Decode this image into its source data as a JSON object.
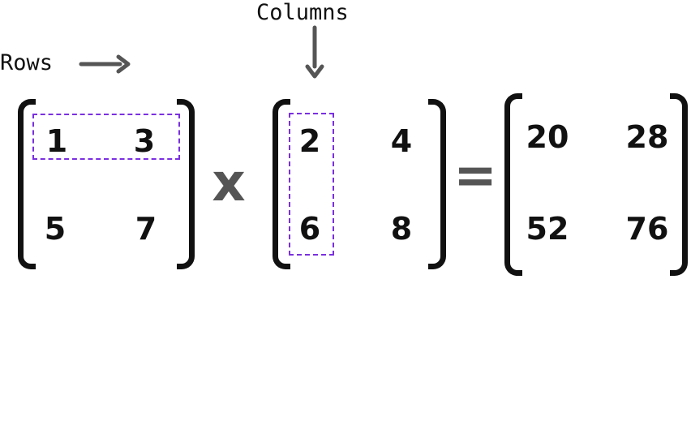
{
  "labels": {
    "rows": "Rows",
    "columns": "Columns"
  },
  "matrix_a": {
    "r1c1": "1",
    "r1c2": "3",
    "r2c1": "5",
    "r2c2": "7"
  },
  "matrix_b": {
    "r1c1": "2",
    "r1c2": "4",
    "r2c1": "6",
    "r2c2": "8"
  },
  "result": {
    "r1c1": "20",
    "r1c2": "28",
    "r2c1": "52",
    "r2c2": "76"
  },
  "operators": {
    "multiply": "x",
    "equals": "="
  },
  "colors": {
    "text": "#111111",
    "arrow": "#555555",
    "operator": "#555555",
    "highlight": "#7b2fe0"
  }
}
